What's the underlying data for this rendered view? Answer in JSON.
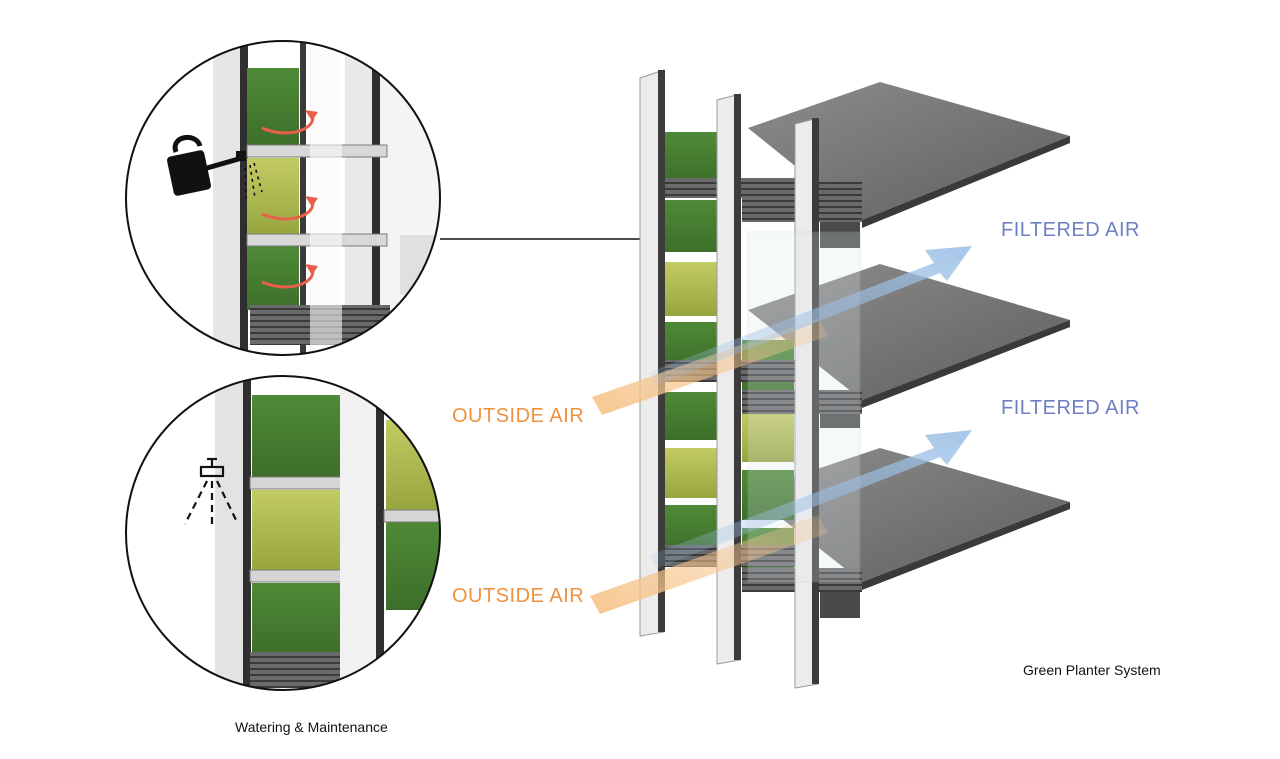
{
  "labels": {
    "outside_air_upper": "OUTSIDE AIR",
    "outside_air_lower": "OUTSIDE AIR",
    "filtered_air_upper": "FILTERED AIR",
    "filtered_air_lower": "FILTERED AIR",
    "caption_system": "Green Planter System",
    "caption_detail": "Watering & Maintenance"
  },
  "icons": {
    "top_detail": "watering-can-icon",
    "bottom_detail": "sprinkler-icon"
  },
  "colors": {
    "outside_air": "#f0913e",
    "filtered_air": "#6f7fc4",
    "airflow_arrow_filtered": "#9cc0e6",
    "airflow_arrow_outside": "#f6c48a",
    "water_flow_arrow": "#e8604a",
    "foliage_dark": "#4f8a37",
    "foliage_light": "#b7c35a",
    "frame": "#3c3c3c"
  }
}
